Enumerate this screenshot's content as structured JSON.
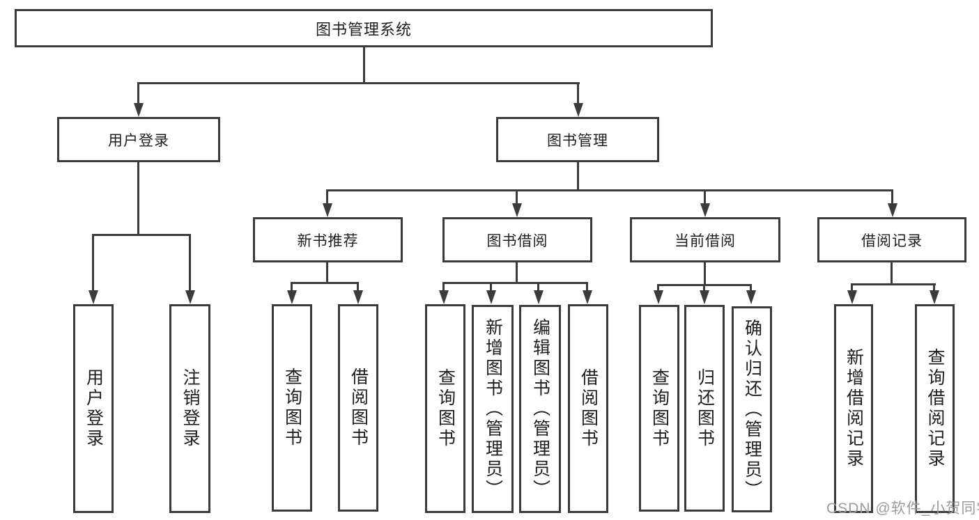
{
  "colors": {
    "line": "#3b3b3b",
    "border": "#3b3b3b",
    "text": "#1e1e1e",
    "watermark": "#9b9b9b",
    "background": "#ffffff"
  },
  "watermark": "CSDN @软件_小贺同学",
  "nodes": {
    "root": "图书管理系统",
    "user_login": "用户登录",
    "book_management": "图书管理",
    "new_book_recommend": "新书推荐",
    "book_borrowing": "图书借阅",
    "current_borrowing": "当前借阅",
    "borrowing_records": "借阅记录"
  },
  "leaves": {
    "user_login": "用户登录",
    "logout": "注销登录",
    "recommend_query_books": "查询图书",
    "recommend_borrow_books": "借阅图书",
    "borrowing_query_books": "查询图书",
    "borrowing_add_books_admin": "新增图书（管理员）",
    "borrowing_edit_books_admin": "编辑图书（管理员）",
    "borrowing_borrow_books": "借阅图书",
    "current_query_books": "查询图书",
    "current_return_books": "归还图书",
    "current_confirm_return_admin": "确认归还（管理员）",
    "records_add_record": "新增借阅记录",
    "records_query_record": "查询借阅记录"
  }
}
